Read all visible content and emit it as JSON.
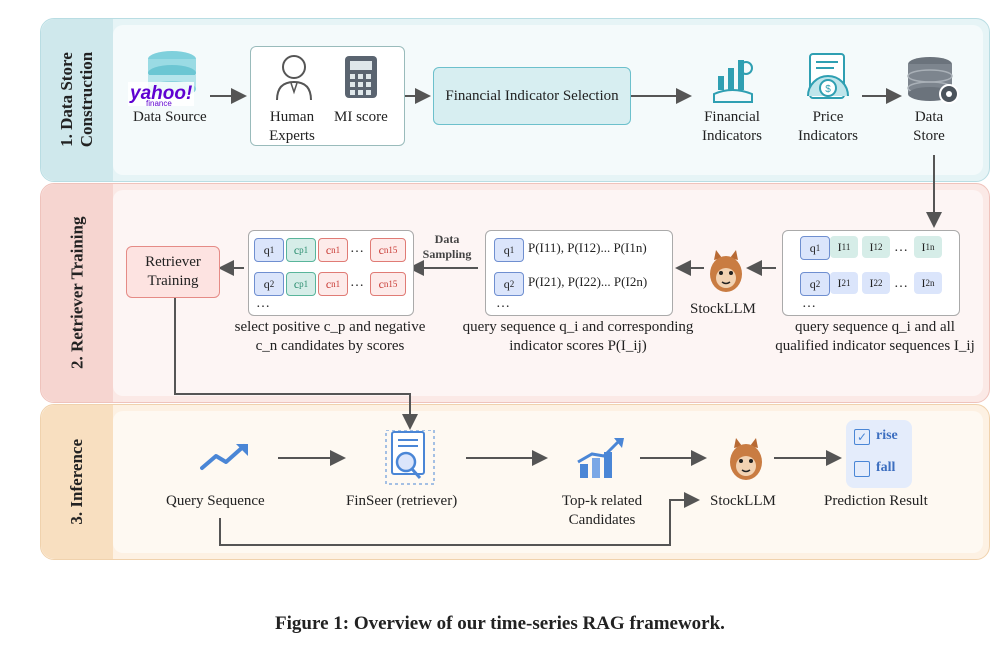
{
  "stages": {
    "stage1": "1. Data Store Construction",
    "stage2": "2. Retriever Training",
    "stage3": "3. Inference"
  },
  "row1": {
    "data_source": "Data Source",
    "yahoo": "yahoo!",
    "finance": "finance",
    "human_experts": "Human Experts",
    "mi_score": "MI score",
    "selection": "Financial Indicator Selection",
    "financial_indicators": "Financial Indicators",
    "price_indicators": "Price Indicators",
    "data_store": "Data Store"
  },
  "row2": {
    "retriever_training": "Retriever Training",
    "data_sampling": "Data Sampling",
    "stockllm": "StockLLM",
    "caption_left": "select positive c_p and negative c_n candidates by scores",
    "caption_mid": "query sequence q_i and corresponding indicator scores P(I_ij)",
    "caption_right": "query sequence q_i and all qualified indicator sequences I_ij",
    "mid_row1": "P(I11), P(I12)... P(I1n)",
    "mid_row2": "P(I21), P(I22)... P(I2n)"
  },
  "row3": {
    "query_sequence": "Query Sequence",
    "finseer": "FinSeer (retriever)",
    "topk": "Top-k related Candidates",
    "stockllm": "StockLLM",
    "prediction": "Prediction Result",
    "rise": "rise",
    "fall": "fall"
  },
  "caption": "Figure 1: Overview of our time-series RAG framework.",
  "colors": {
    "stage1_bg": "#e6f4f6",
    "stage1_side": "#cfe8ec",
    "stage2_bg": "#fbe9e6",
    "stage2_side": "#f6d5d0",
    "stage3_bg": "#fdf1e3",
    "stage3_side": "#f8dfc0",
    "selection_box": "#d7eef1",
    "retriever_box": "#fde3e1",
    "chip_green": "#d6ede8",
    "chip_blue": "#dbe5fb",
    "icon_teal": "#2f9fb2",
    "icon_blue": "#4a86d6"
  }
}
